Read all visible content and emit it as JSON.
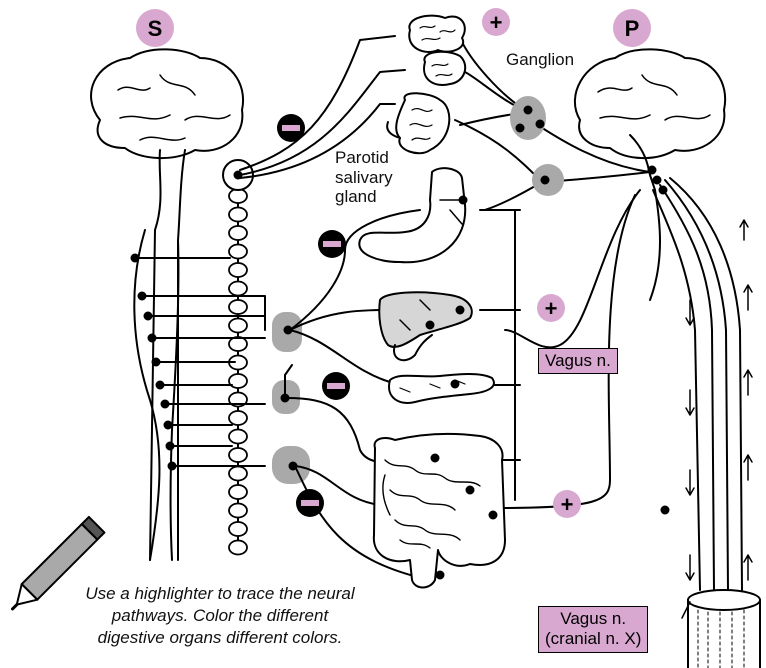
{
  "badges": {
    "sympathetic": "S",
    "parasympathetic": "P",
    "plus": "+",
    "minus": "−"
  },
  "labels": {
    "ganglion": "Ganglion",
    "parotid": [
      "Parotid",
      "salivary",
      "gland"
    ],
    "vagus": "Vagus n.",
    "vagus_cranial": [
      "Vagus n.",
      "(cranial n. X)"
    ]
  },
  "caption": [
    "Use a highlighter to trace the neural",
    "pathways. Color the different",
    "digestive organs different colors."
  ],
  "colors": {
    "badge": "#d9a8d0",
    "ganglion_gray": "#a9a9a9",
    "line": "#000000",
    "organ_fill": "#d6d6d6"
  },
  "icons": [
    "brain-icon",
    "spinal-cord-icon",
    "sympathetic-chain-icon",
    "stomach-icon",
    "liver-icon",
    "pancreas-icon",
    "intestines-icon",
    "salivary-gland-icon",
    "pen-icon"
  ]
}
